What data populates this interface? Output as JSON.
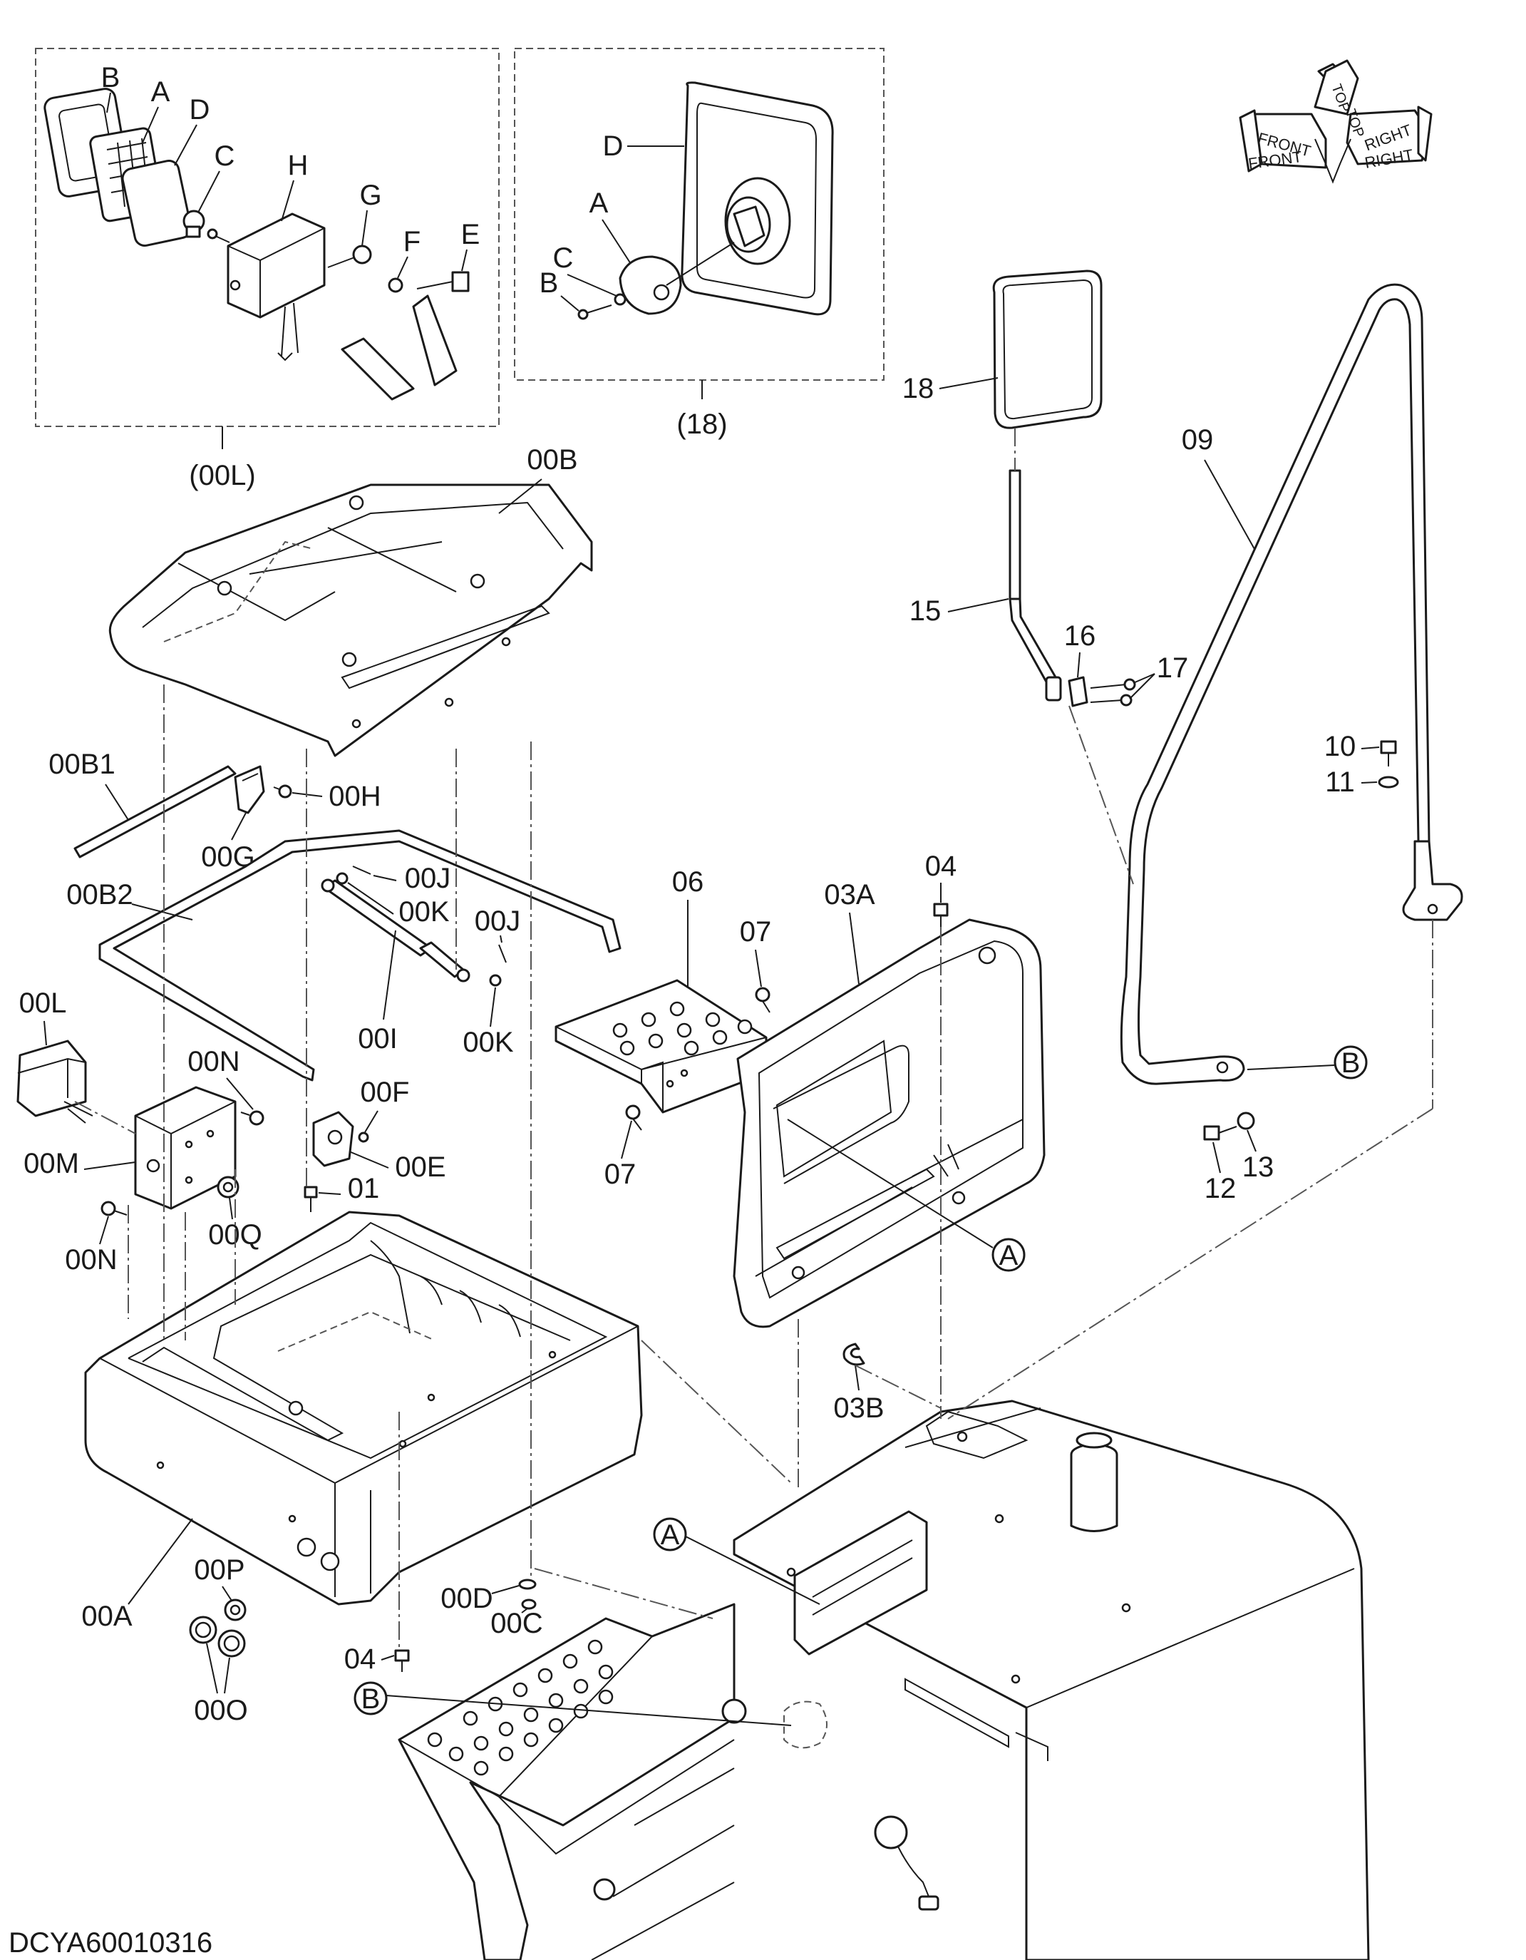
{
  "drawing": {
    "code": "DCYA60010316",
    "direction": {
      "top": "TOP",
      "front": "FRONT",
      "right": "RIGHT"
    }
  },
  "inset_lamp": {
    "caption": "(00L)",
    "labels": {
      "b": "B",
      "a": "A",
      "d": "D",
      "c": "C",
      "h": "H",
      "g": "G",
      "f": "F",
      "e": "E"
    }
  },
  "inset_mirror": {
    "caption": "(18)",
    "labels": {
      "d": "D",
      "a": "A",
      "c": "C",
      "b": "B"
    }
  },
  "parts": {
    "p18": "18",
    "p09": "09",
    "p15": "15",
    "p16": "16",
    "p17": "17",
    "p10": "10",
    "p11": "11",
    "p12": "12",
    "p13": "13",
    "refB_handrail": "B",
    "p00B": "00B",
    "p00B1": "00B1",
    "p00H": "00H",
    "p00G": "00G",
    "p00B2": "00B2",
    "p00J_1": "00J",
    "p00K_1": "00K",
    "p00J_2": "00J",
    "p00I": "00I",
    "p00K_2": "00K",
    "p00L": "00L",
    "p00N_1": "00N",
    "p00F": "00F",
    "p00M": "00M",
    "p00E": "00E",
    "p01": "01",
    "p00Q": "00Q",
    "p00N_2": "00N",
    "p06": "06",
    "p07_1": "07",
    "p07_2": "07",
    "p04_1": "04",
    "p03A": "03A",
    "refA_panel": "A",
    "p03B": "03B",
    "p00A": "00A",
    "p00P": "00P",
    "p00O": "00O",
    "p04_2": "04",
    "p00D": "00D",
    "p00C": "00C",
    "refA_tank": "A",
    "refB_step": "B"
  }
}
